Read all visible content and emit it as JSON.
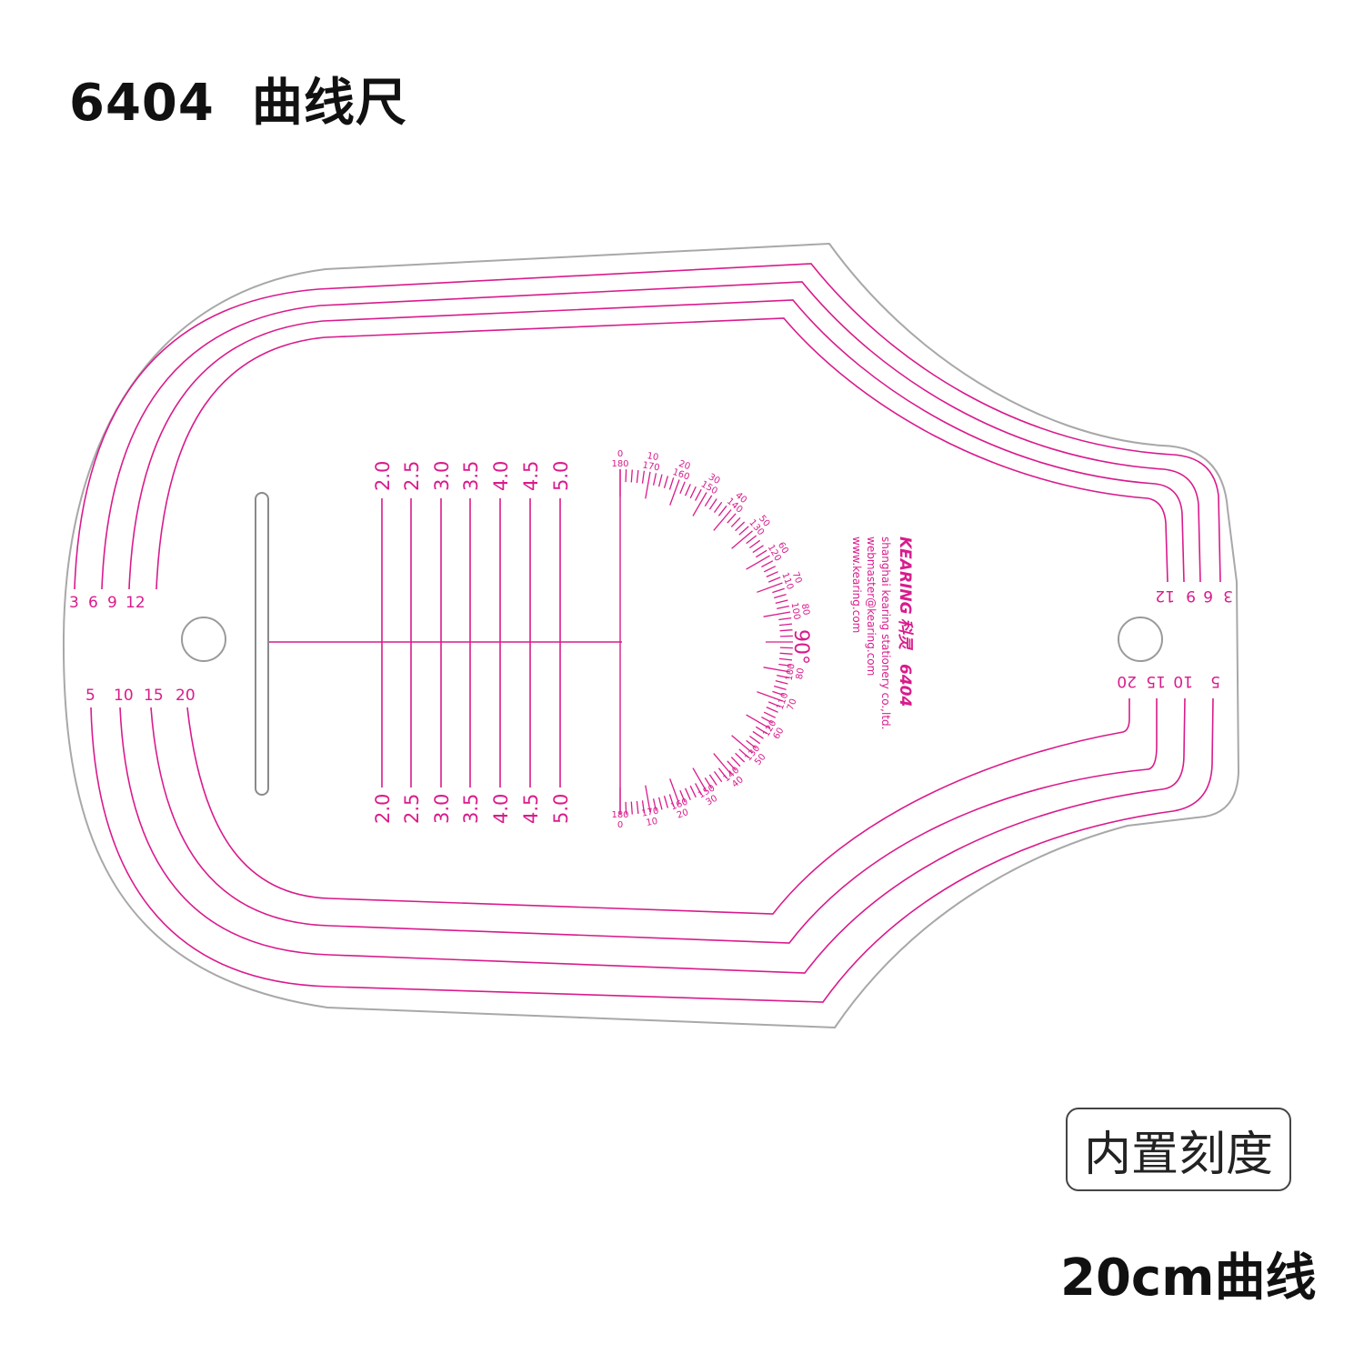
{
  "header": {
    "title": "6404  曲线尺"
  },
  "badge": {
    "label": "内置刻度"
  },
  "footer": {
    "label": "20cm曲线"
  },
  "ruler": {
    "brand": "KEARING",
    "brand_cn": "科灵",
    "model": "6404",
    "company": "shanghai kearing stationery co.,ltd.",
    "email": "webmaster@kearing.com",
    "website": "www.kearing.com",
    "protractor_label": "90°",
    "seam_top_left": [
      "3",
      "6",
      "9",
      "12"
    ],
    "seam_top_right": [
      "12",
      "9",
      "6",
      "3"
    ],
    "seam_bottom_left": [
      "5",
      "10",
      "15",
      "20"
    ],
    "seam_bottom_right": [
      "20",
      "15",
      "10",
      "5"
    ],
    "ladder_labels": [
      "2.0",
      "2.5",
      "3.0",
      "3.5",
      "4.0",
      "4.5",
      "5.0"
    ],
    "protractor_outer": [
      "0",
      "10",
      "20",
      "30",
      "40",
      "50",
      "60",
      "70",
      "80"
    ],
    "protractor_inner": [
      "180",
      "170",
      "160",
      "150",
      "140",
      "130",
      "120",
      "110",
      "100"
    ]
  },
  "colors": {
    "accent": "#d91b8c",
    "text": "#111111",
    "outline": "#a8a8a8"
  }
}
